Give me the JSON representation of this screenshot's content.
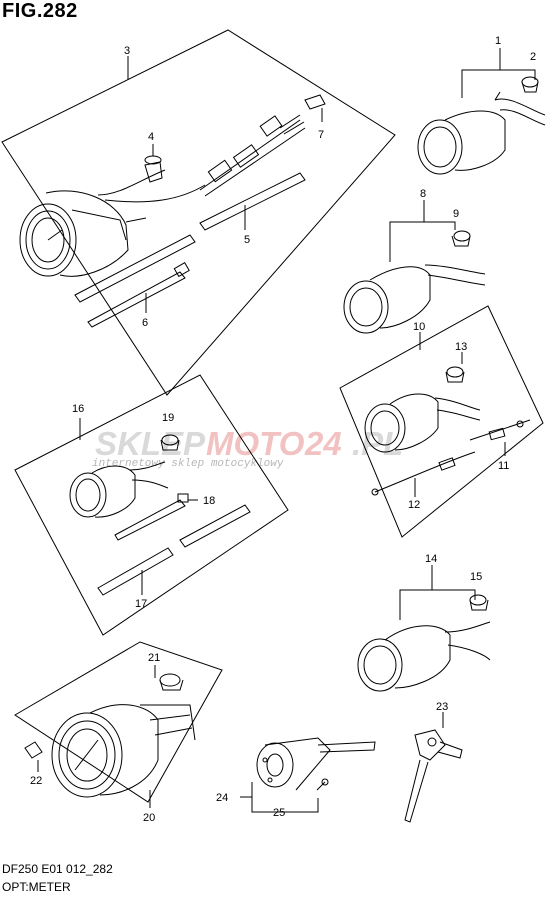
{
  "figure_title": "FIG.282",
  "footer": {
    "code": "DF250 E01 012_282",
    "name": "OPT:METER"
  },
  "watermark": {
    "brand_a": "SKLEP",
    "brand_b": "MOTO",
    "brand_c": "24",
    "brand_d": ".PL",
    "tagline": "internetowy sklep motocyklowy"
  },
  "part_numbers": {
    "p1": "1",
    "p2": "2",
    "p3": "3",
    "p4": "4",
    "p5": "5",
    "p6": "6",
    "p7": "7",
    "p8": "8",
    "p9": "9",
    "p10": "10",
    "p11": "11",
    "p12": "12",
    "p13": "13",
    "p14": "14",
    "p15": "15",
    "p16": "16",
    "p17": "17",
    "p18": "18",
    "p19": "19",
    "p20": "20",
    "p21": "21",
    "p22": "22",
    "p23": "23",
    "p24": "24",
    "p25": "25"
  }
}
